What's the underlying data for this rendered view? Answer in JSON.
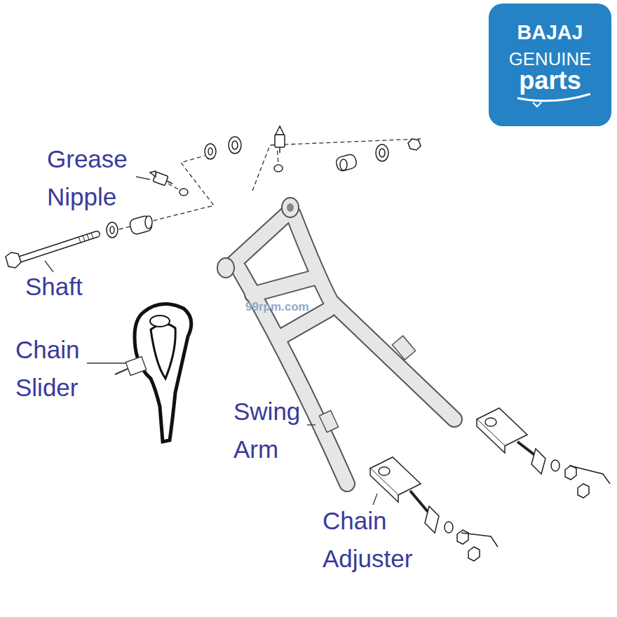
{
  "diagram": {
    "nodes": [
      {
        "text": [
          "BAJAJ",
          "GENUINE",
          "parts"
        ]
      }
    ],
    "labels": [
      "Grease Nipple",
      "Shaft",
      "Chain Slider",
      "99rpm.com",
      "Swing Arm",
      "Chain Adjuster"
    ]
  }
}
